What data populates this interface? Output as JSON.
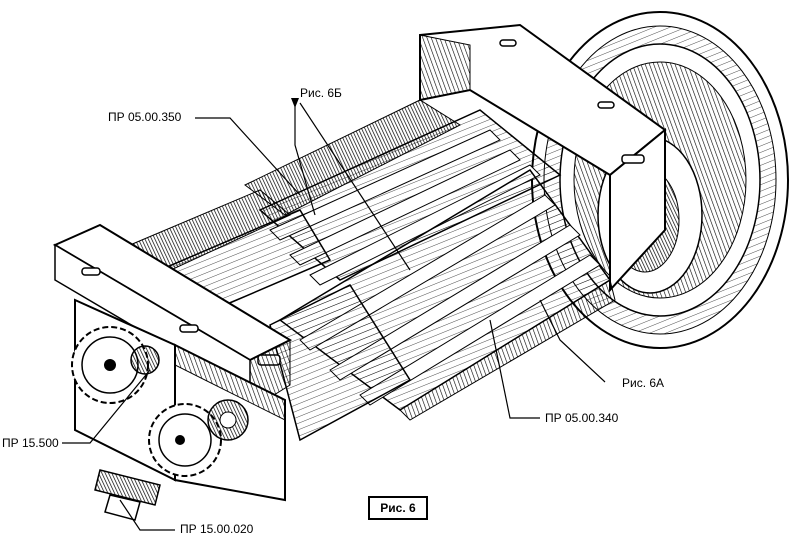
{
  "labels": {
    "pr_05_00_350": "ПР 05.00.350",
    "ris_6b": "Рис. 6Б",
    "ris_6a": "Рис. 6А",
    "pr_05_00_340": "ПР 05.00.340",
    "pr_15_500": "ПР 15.500",
    "pr_15_00_020": "ПР 15.00.020"
  },
  "figure_caption": "Рис. 6"
}
